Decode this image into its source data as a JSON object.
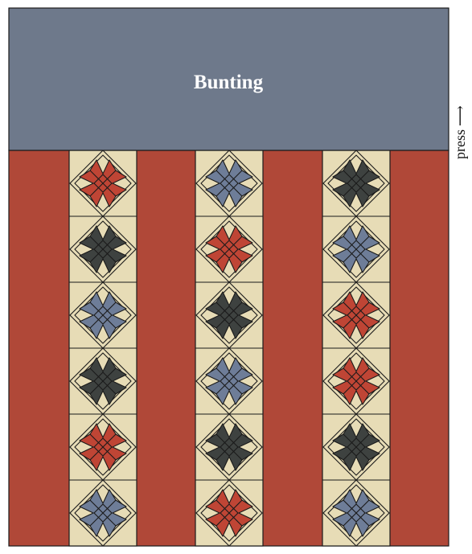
{
  "header": {
    "title": "Bunting",
    "color": "#6e798b"
  },
  "side_note": {
    "label": "press",
    "arrow": "⟶"
  },
  "colors": {
    "background_red": "#b04838",
    "sashing_tan": "#e7dcb6",
    "outline": "#1a1a1a",
    "star_red": "#bf4535",
    "star_blue": "#6e7d98",
    "star_dark": "#3e4240"
  },
  "columns": [
    [
      "red",
      "dark",
      "blue",
      "dark",
      "red",
      "blue"
    ],
    [
      "blue",
      "red",
      "dark",
      "blue",
      "dark",
      "red"
    ],
    [
      "dark",
      "blue",
      "red",
      "red",
      "dark",
      "blue"
    ]
  ]
}
